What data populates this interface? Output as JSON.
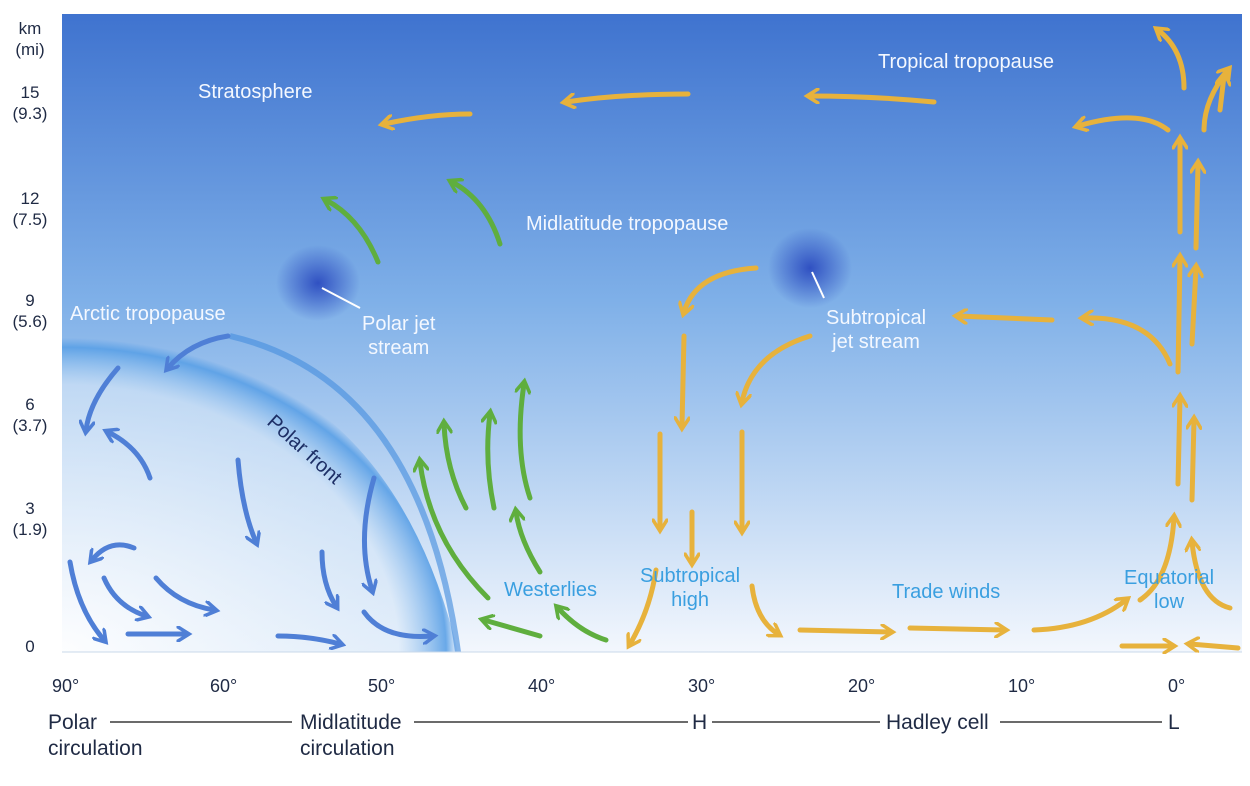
{
  "y_axis": {
    "unit": [
      "km",
      "(mi)"
    ],
    "ticks": [
      {
        "km": "15",
        "mi": "(9.3)"
      },
      {
        "km": "12",
        "mi": "(7.5)"
      },
      {
        "km": "9",
        "mi": "(5.6)"
      },
      {
        "km": "6",
        "mi": "(3.7)"
      },
      {
        "km": "3",
        "mi": "(1.9)"
      },
      {
        "km": "0",
        "mi": ""
      }
    ]
  },
  "x_axis": {
    "ticks": [
      "90°",
      "60°",
      "50°",
      "40°",
      "30°",
      "20°",
      "10°",
      "0°"
    ]
  },
  "labels": {
    "stratosphere": "Stratosphere",
    "tropical_tropopause": "Tropical tropopause",
    "midlatitude_tropopause": "Midlatitude tropopause",
    "arctic_tropopause": "Arctic tropopause",
    "polar_jet": [
      "Polar jet",
      "stream"
    ],
    "subtropical_jet": [
      "Subtropical",
      "jet stream"
    ],
    "polar_front": "Polar front",
    "westerlies": "Westerlies",
    "subtropical_high": [
      "Subtropical",
      "high"
    ],
    "trade_winds": "Trade winds",
    "equatorial_low": [
      "Equatorial",
      "low"
    ]
  },
  "circulation": {
    "polar": [
      "Polar",
      "circulation"
    ],
    "midlatitude": [
      "Midlatitude",
      "circulation"
    ],
    "h": "H",
    "hadley": "Hadley cell",
    "l": "L"
  },
  "colors": {
    "sky_top": "#3f73cf",
    "sky_bottom": "#f3f7fd",
    "polar_arrows": "#4f7fd6",
    "midlatitude_arrows": "#5fae3e",
    "hadley_arrows": "#e7b23c",
    "jet_stream": "#2c4cc0"
  }
}
